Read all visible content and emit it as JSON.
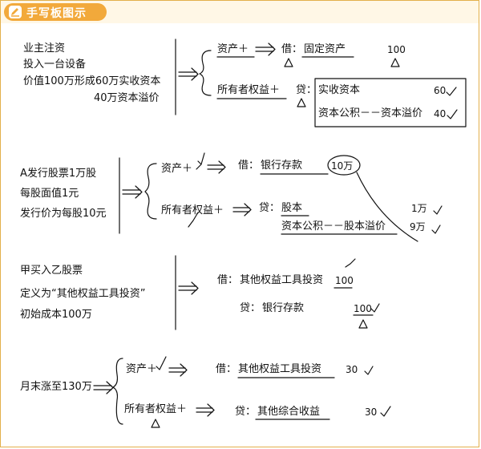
{
  "header": {
    "badge_title": "手写板图示",
    "icon": "pencil-edit-icon"
  },
  "s1": {
    "left": [
      "业主注资",
      "投入一台设备",
      "价值100万形成60万实收资本",
      "40万资本溢价"
    ],
    "asset_label": "资产＋",
    "debit_label": "借：",
    "debit_account": "固定资产",
    "debit_amount": "100",
    "equity_label": "所有者权益＋",
    "credit_label": "贷：",
    "credit1_account": "实收资本",
    "credit1_amount": "60",
    "credit2_account": "资本公积－－资本溢价",
    "credit2_amount": "40"
  },
  "s2": {
    "left": [
      "A发行股票1万股",
      "每股面值1元",
      "发行价为每股10元"
    ],
    "asset_label": "资产＋",
    "debit_label": "借：",
    "debit_account": "银行存款",
    "debit_amount": "10万",
    "equity_label": "所有者权益＋",
    "credit_label": "贷：",
    "credit1_account": "股本",
    "credit1_amount": "1万",
    "credit2_account": "资本公积－－股本溢价",
    "credit2_amount": "9万"
  },
  "s3": {
    "left": [
      "甲买入乙股票",
      "定义为“其他权益工具投资”",
      "初始成本100万"
    ],
    "debit_label": "借：",
    "debit_account": "其他权益工具投资",
    "debit_amount": "100",
    "credit_label": "贷：",
    "credit_account": "银行存款",
    "credit_amount": "100"
  },
  "s4": {
    "left": "月末涨至130万",
    "asset_label": "资产＋",
    "debit_label": "借：",
    "debit_account": "其他权益工具投资",
    "debit_amount": "30",
    "equity_label": "所有者权益＋",
    "credit_label": "贷：",
    "credit_account": "其他综合收益",
    "credit_amount": "30"
  },
  "colors": {
    "accent": "#f2a93b",
    "frame": "#e3b04b",
    "ink": "#111111"
  }
}
